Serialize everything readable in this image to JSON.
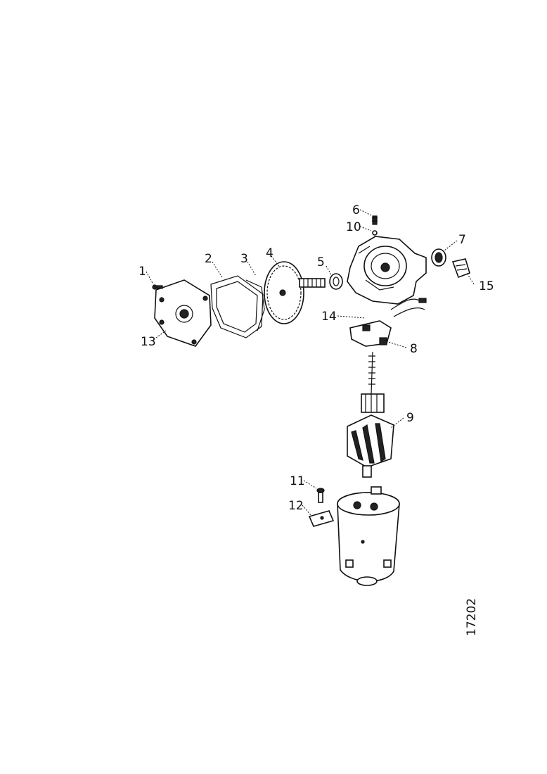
{
  "drawing_number": "17202",
  "callouts": [
    {
      "id": "c1",
      "text": "1"
    },
    {
      "id": "c2",
      "text": "2"
    },
    {
      "id": "c3",
      "text": "3"
    },
    {
      "id": "c4",
      "text": "4"
    },
    {
      "id": "c5",
      "text": "5"
    },
    {
      "id": "c6",
      "text": "6"
    },
    {
      "id": "c7",
      "text": "7"
    },
    {
      "id": "c8",
      "text": "8"
    },
    {
      "id": "c9",
      "text": "9"
    },
    {
      "id": "c10",
      "text": "10"
    },
    {
      "id": "c11",
      "text": "11"
    },
    {
      "id": "c12",
      "text": "12"
    },
    {
      "id": "c13",
      "text": "13"
    },
    {
      "id": "c14",
      "text": "14"
    },
    {
      "id": "c15",
      "text": "15"
    }
  ]
}
